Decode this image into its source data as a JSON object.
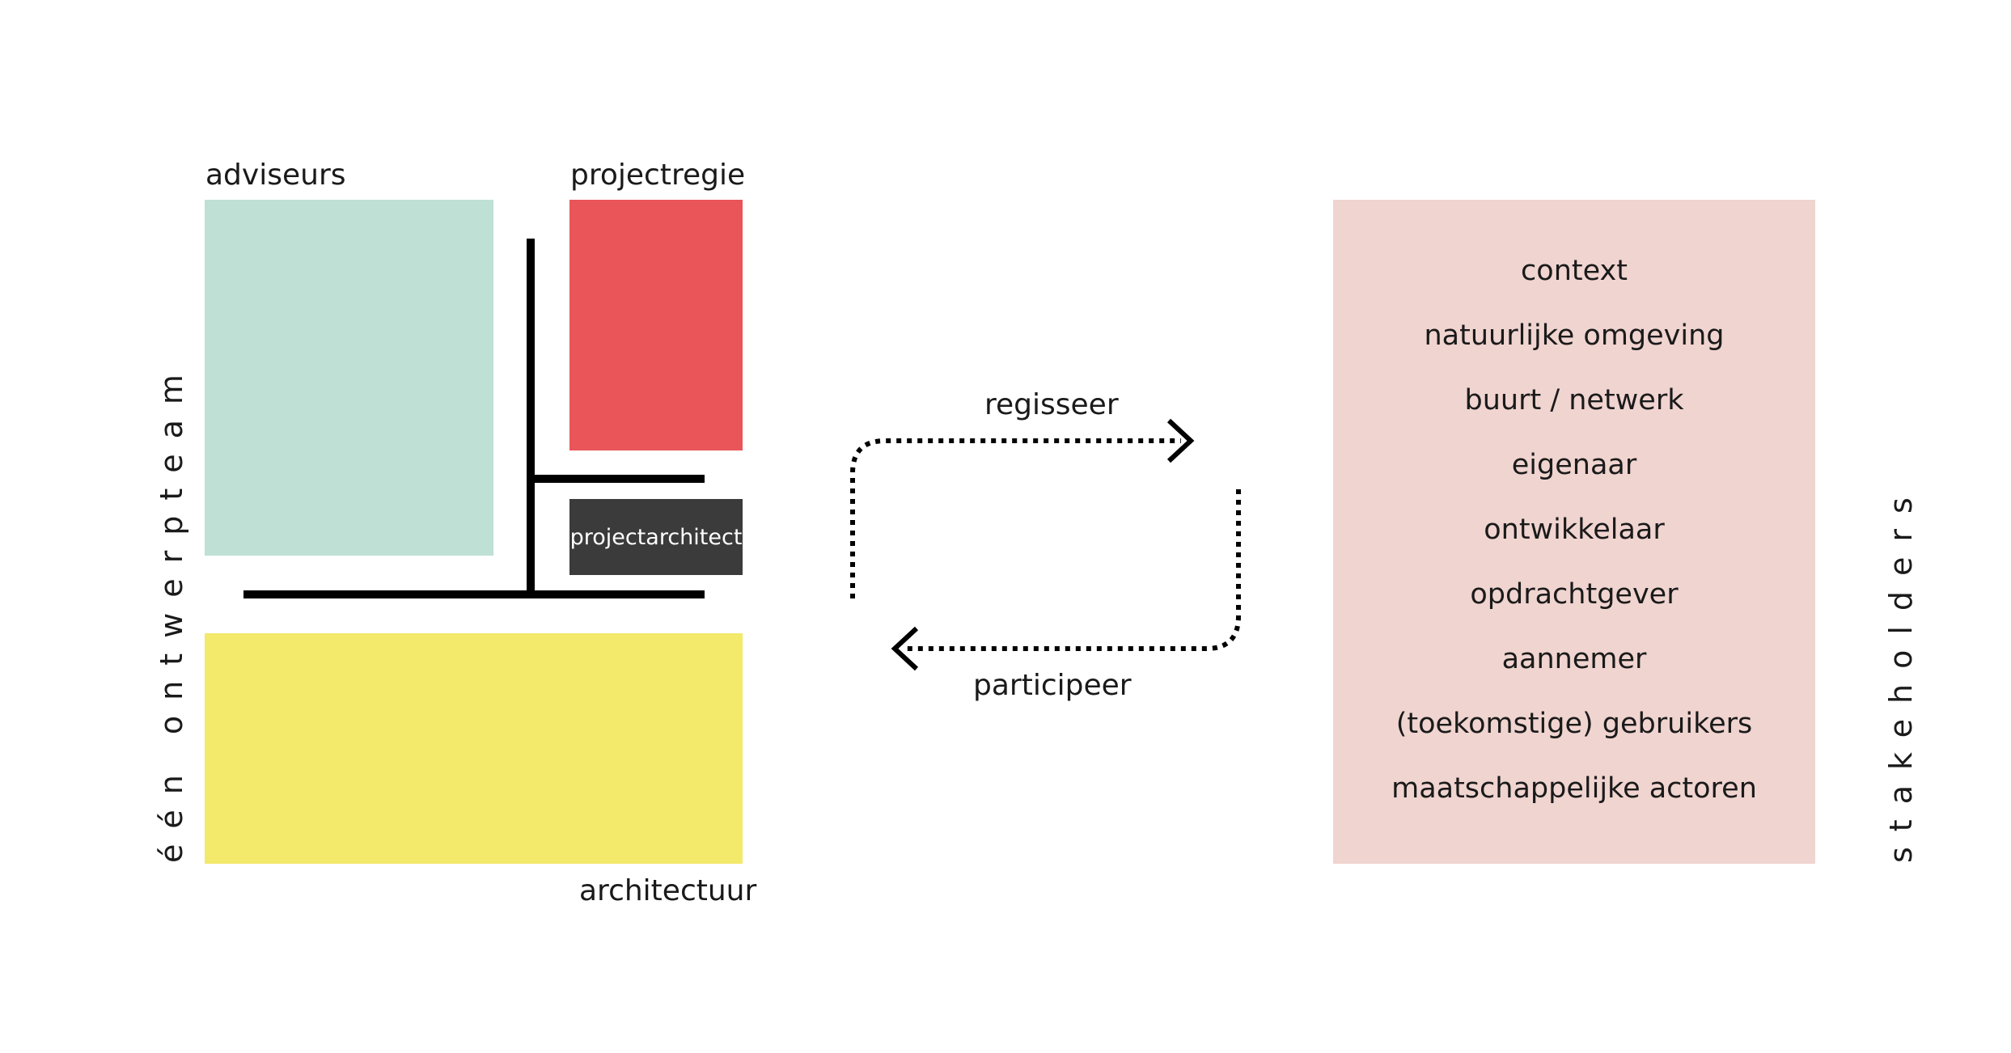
{
  "team": {
    "side_label": "één ontwerpteam",
    "blocks": {
      "adviseurs": {
        "label": "adviseurs",
        "color": "#bfe0d5"
      },
      "projectregie": {
        "label": "projectregie",
        "color": "#e95558"
      },
      "projectarchitect": {
        "label": "projectarchitect",
        "color": "#3b3b3b"
      },
      "architectuur": {
        "label": "architectuur",
        "color": "#f3e96b"
      }
    },
    "bar_color": "#000000"
  },
  "flow": {
    "top_label": "regisseer",
    "bottom_label": "participeer"
  },
  "stakeholders": {
    "side_label": "stakeholders",
    "box_color": "#f0d4d0",
    "items": [
      "context",
      "natuurlijke omgeving",
      "buurt / netwerk",
      "eigenaar",
      "ontwikkelaar",
      "opdrachtgever",
      "aannemer",
      "(toekomstige) gebruikers",
      "maatschappelijke actoren"
    ]
  }
}
